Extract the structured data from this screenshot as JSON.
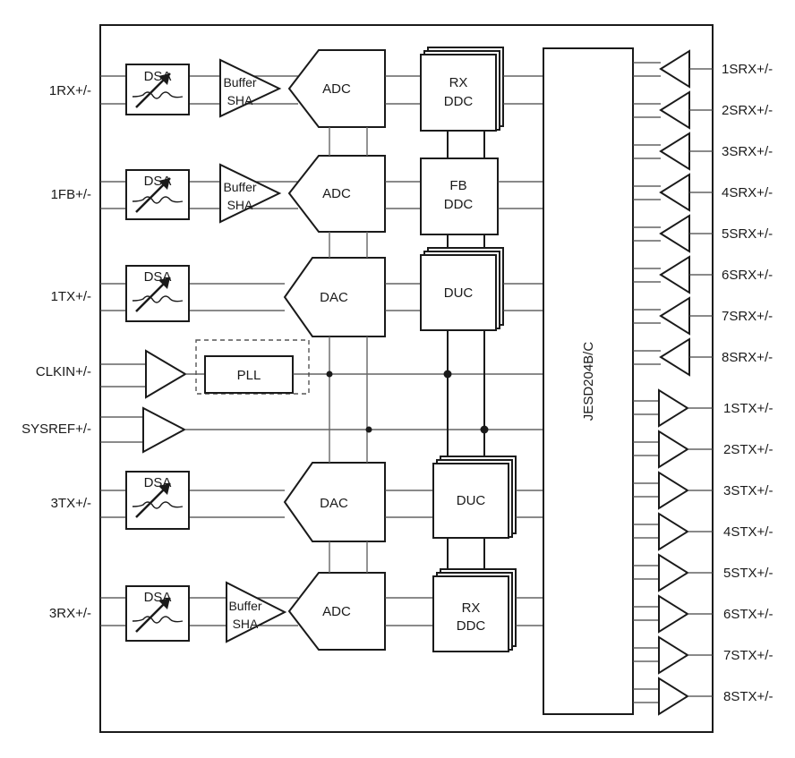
{
  "pins": {
    "left": [
      "1RX+/-",
      "1FB+/-",
      "1TX+/-",
      "CLKIN+/-",
      "SYSREF+/-",
      "3TX+/-",
      "3RX+/-"
    ],
    "right_srx": [
      "1SRX+/-",
      "2SRX+/-",
      "3SRX+/-",
      "4SRX+/-",
      "5SRX+/-",
      "6SRX+/-",
      "7SRX+/-",
      "8SRX+/-"
    ],
    "right_stx": [
      "1STX+/-",
      "2STX+/-",
      "3STX+/-",
      "4STX+/-",
      "5STX+/-",
      "6STX+/-",
      "7STX+/-",
      "8STX+/-"
    ]
  },
  "blocks": {
    "dsa": "DSA",
    "buffer": "Buffer",
    "sha": "SHA",
    "adc": "ADC",
    "dac": "DAC",
    "pll": "PLL",
    "rx": "RX",
    "fb": "FB",
    "ddc": "DDC",
    "duc": "DUC",
    "jesd": "JESD204B/C"
  }
}
